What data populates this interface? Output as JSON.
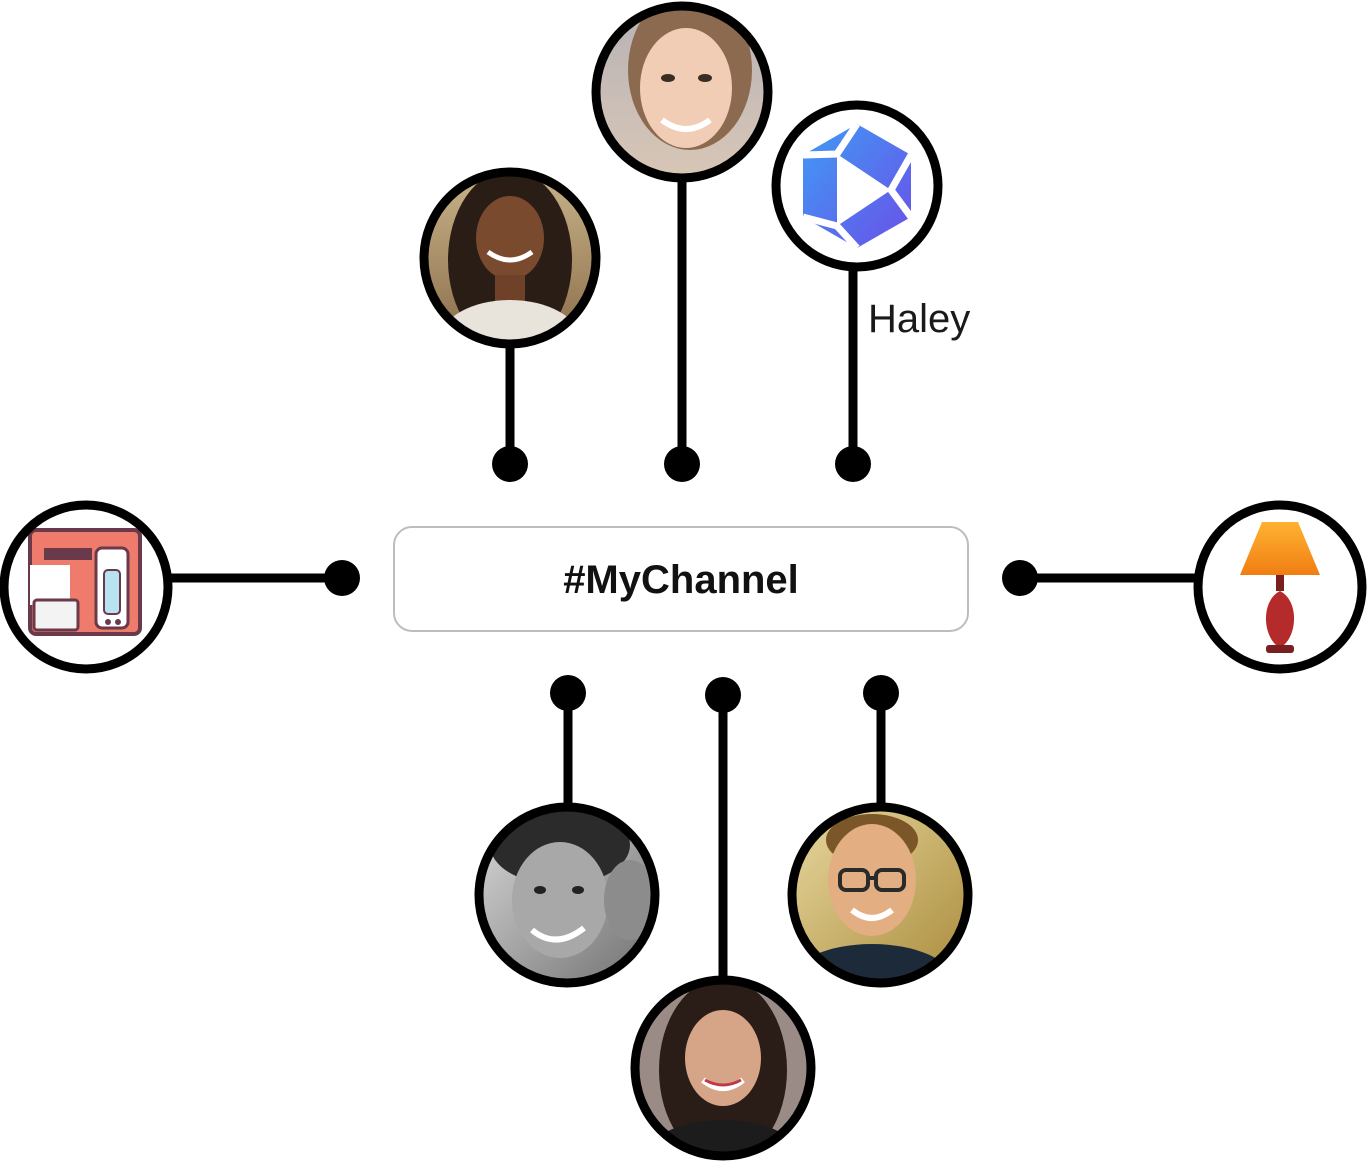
{
  "channel": {
    "label": "#MyChannel"
  },
  "bot": {
    "name_label": "Haley"
  },
  "members": [
    {
      "id": "woman-braids",
      "kind": "person-photo",
      "tone": "warm"
    },
    {
      "id": "woman-top",
      "kind": "person-photo",
      "tone": "light"
    },
    {
      "id": "bot-haley",
      "kind": "bot-logo",
      "icon": "icosahedron-icon",
      "colors": [
        "#3f8ef2",
        "#6a4fe8"
      ]
    },
    {
      "id": "coffee-machine",
      "kind": "device",
      "icon": "coffee-machine-icon",
      "colors": [
        "#ef7b6c",
        "#b7e4ef"
      ]
    },
    {
      "id": "lamp",
      "kind": "device",
      "icon": "lamp-icon",
      "colors": [
        "#f6a623",
        "#b52b2b"
      ]
    },
    {
      "id": "man-bw",
      "kind": "person-photo",
      "tone": "grayscale"
    },
    {
      "id": "woman-bottom",
      "kind": "person-photo",
      "tone": "warm"
    },
    {
      "id": "man-glasses",
      "kind": "person-photo",
      "tone": "golden"
    }
  ],
  "colors": {
    "line": "#000000",
    "box_border": "#bdbdbd"
  }
}
